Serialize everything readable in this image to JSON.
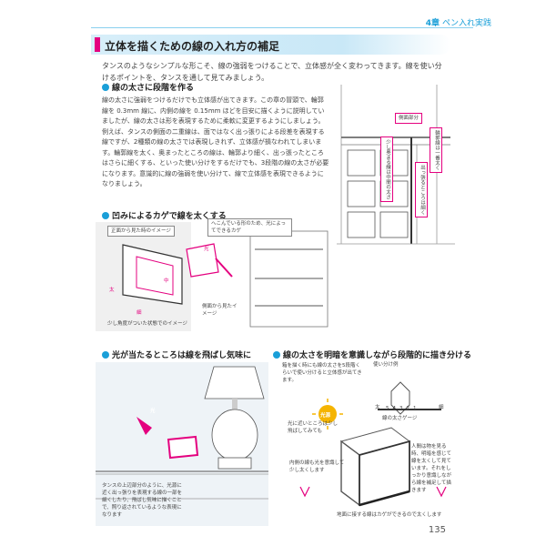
{
  "header": {
    "chapter_num": "4章",
    "chapter_title": "ペン入れ実践"
  },
  "title": "立体を描くための線の入れ方の補足",
  "lead": "タンスのようなシンプルな形こそ、線の強弱をつけることで、立体感が全く変わってきます。線を使い分けるポイントを、タンスを通して見てみましょう。",
  "section1": {
    "heading": "線の太さに段階を作る",
    "body": "線の太さに強弱をつけるだけでも立体感が出てきます。この章の冒頭で、輪郭線を 0.3mm 線に、内側の線を 0.15mm ほどを目安に描くように説明していましたが、線の太さは形を表現するために柔軟に変更するようにしましょう。例えば、タンスの側面の二重線は、面ではなく出っ張りによる段差を表現する線ですが、2種類の線の太さでは表現しきれず、立体感が損なわれてしまいます。輪郭線を太く、奥まったところの線は、輪郭より細く、出っ張ったところはさらに細くする、といった使い分けをするだけでも、3段階の線の太さが必要になります。意識的に線の強弱を使い分けて、線で立体感を表現できるようになりましょう。"
  },
  "figure1": {
    "label_side": "側面部分",
    "label_contour": "輪郭線は一番太く",
    "label_inner": "少し奥まる線は中間の太さ",
    "label_protrude": "出っ張るところは細く"
  },
  "section2": {
    "heading": "凹みによるカゲで線を太くする",
    "label_front": "正面から見た時のイメージ",
    "label_shadow": "へこんでいる形のため、光によってできるカゲ",
    "label_light": "光",
    "label_thick": "太",
    "label_mid": "中",
    "label_thin": "細",
    "label_side": "側面から見たイメージ",
    "label_angle": "少し角度がついた状態でのイメージ"
  },
  "section3": {
    "heading": "光が当たるところは線を飛ばし気味に",
    "label_light": "光",
    "caption": "タンスの上辺部分のように、光源に近く出っ張りを表現する線の一部を細くしたり、飛ばし気味に描くことで、照り返されているような表現になります"
  },
  "section4": {
    "heading": "線の太さを明暗を意識しながら段階的に描き分ける",
    "intro": "箱を描く時にも線の太さを5段階くらいで使い分けると立体感が出てきます。",
    "label_usage": "使い分け例",
    "label_light_src": "光源",
    "label_light_side": "光に近いところは少し飛ばしてみても",
    "label_thick": "太",
    "label_thin": "細",
    "label_gauge": "線の太さゲージ",
    "gauge_numbers": [
      "5",
      "4",
      "3",
      "2",
      "1"
    ],
    "label_inner": "内側の線も光を意識して少し太くします",
    "label_eye": "人間は物を見る時、明暗を感じて線を太くして見ています。それをしっかり意識しながら線を補足して描きます",
    "label_ground": "地面に接する線はカゲができるので太くします"
  },
  "page_number": "135"
}
